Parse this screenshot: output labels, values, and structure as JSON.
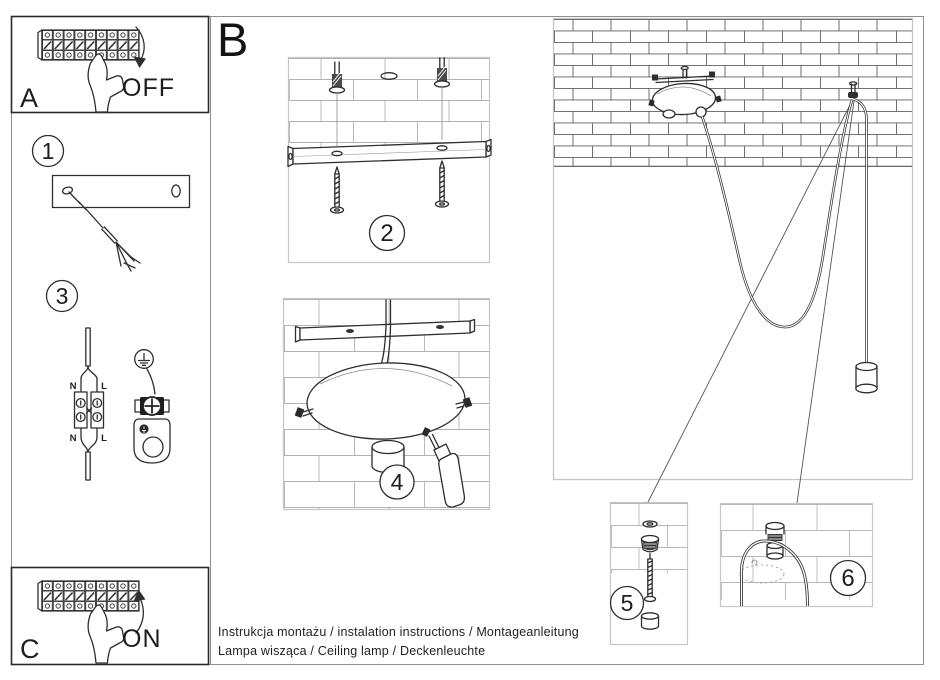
{
  "panel_a": {
    "label": "A",
    "state": "OFF"
  },
  "panel_c": {
    "label": "C",
    "state": "ON"
  },
  "section_b": {
    "label": "B"
  },
  "steps": {
    "s1": "1",
    "s2": "2",
    "s3": "3",
    "s4": "4",
    "s5": "5",
    "s6": "6"
  },
  "wiring": {
    "n_top": "N",
    "l_top": "L",
    "n_bottom": "N",
    "l_bottom": "L"
  },
  "footer": {
    "line1": "Instrukcja montażu / instalation instructions / Montageanleitung",
    "line2": "Lampa wisząca / Ceiling lamp / Deckenleuchte"
  },
  "colors": {
    "ink": "#2e2e2e",
    "frame": "#8f8f8f",
    "panel_border": "#c6c6c6",
    "brick_main": "#5f5f5f",
    "brick_light": "#b2b2b2"
  }
}
